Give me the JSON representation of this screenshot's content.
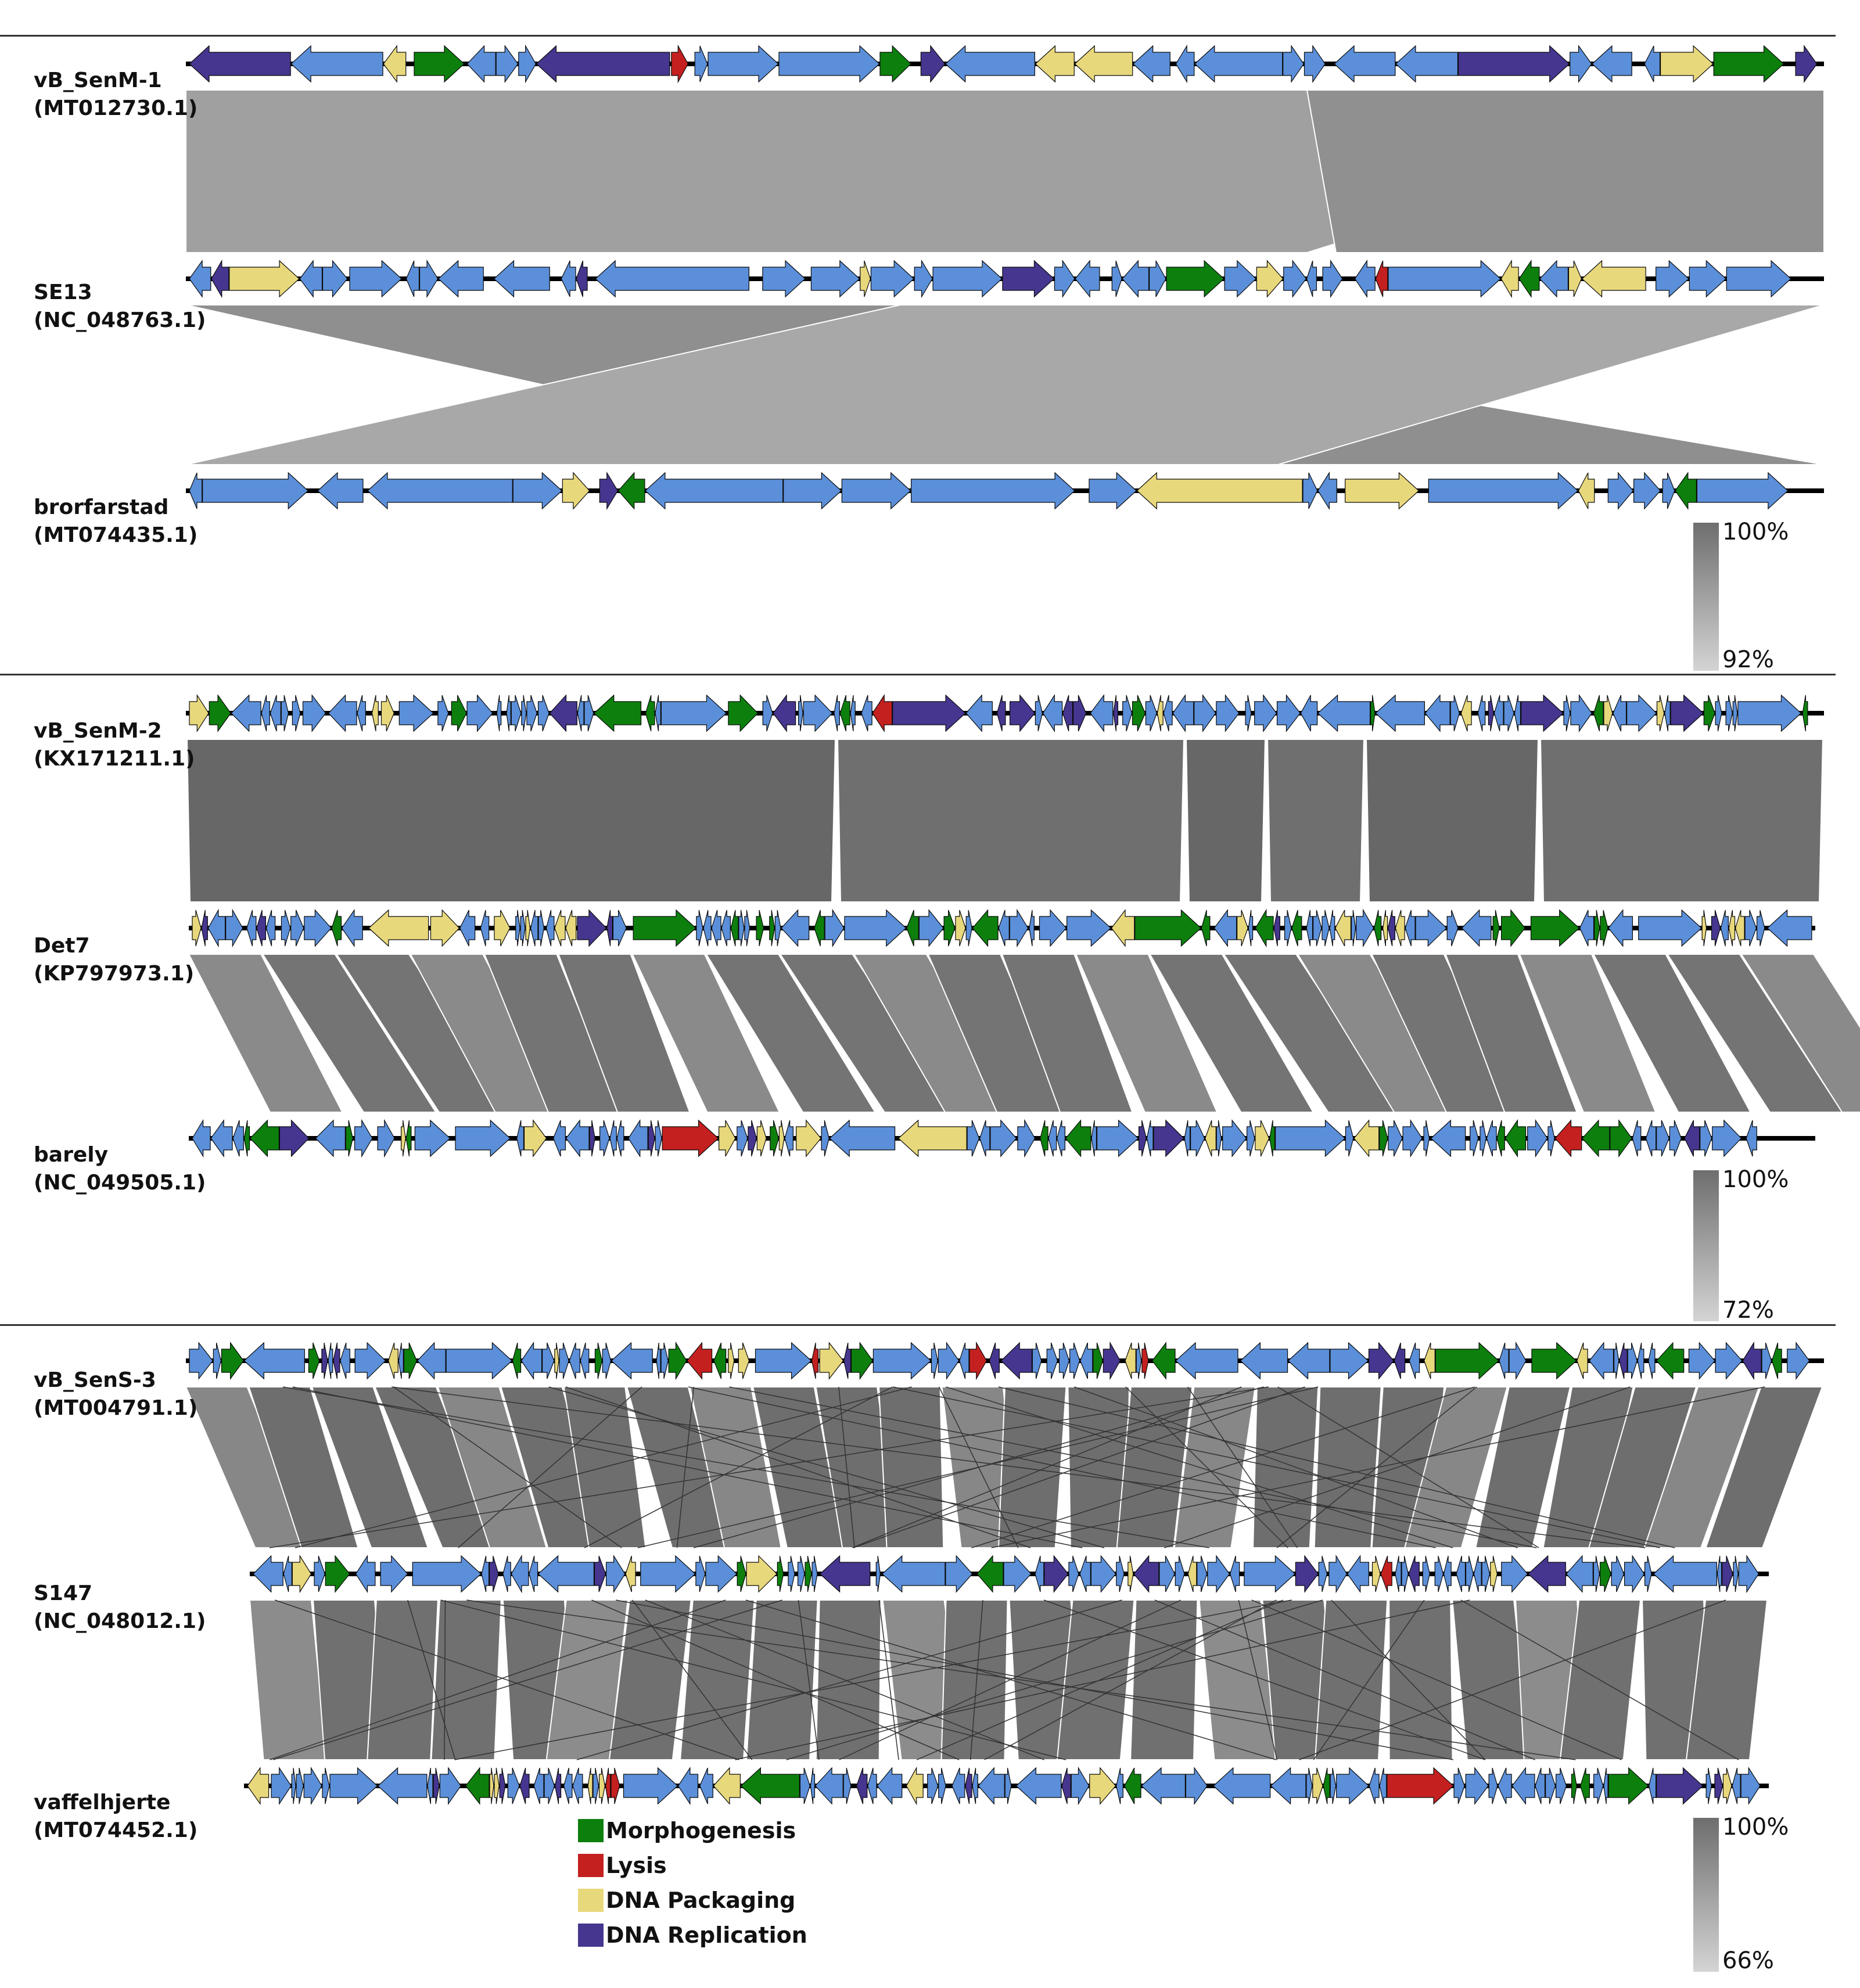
{
  "colors": {
    "other": "#5b8fd9",
    "morphogenesis": "#0d7f0d",
    "lysis": "#c42020",
    "dna_packaging": "#e8d87c",
    "dna_replication": "#46368f",
    "backbone": "#000000",
    "identity_high": "#6e6e6e",
    "identity_low": "#d4d4d4"
  },
  "panels": [
    {
      "name": "panel-1",
      "genomes": [
        {
          "label": "vB_SenM-1",
          "accession": "(MT012730.1)"
        },
        {
          "label": "SE13",
          "accession": "(NC_048763.1)"
        },
        {
          "label": "brorfarstad",
          "accession": "(MT074435.1)"
        }
      ],
      "scale": {
        "max_label": "100%",
        "min_label": "92%"
      }
    },
    {
      "name": "panel-2",
      "genomes": [
        {
          "label": "vB_SenM-2",
          "accession": "(KX171211.1)"
        },
        {
          "label": "Det7",
          "accession": "(KP797973.1)"
        },
        {
          "label": "barely",
          "accession": "(NC_049505.1)"
        }
      ],
      "scale": {
        "max_label": "100%",
        "min_label": "72%"
      }
    },
    {
      "name": "panel-3",
      "genomes": [
        {
          "label": "vB_SenS-3",
          "accession": "(MT004791.1)"
        },
        {
          "label": "S147",
          "accession": "(NC_048012.1)"
        },
        {
          "label": "vaffelhjerte",
          "accession": "(MT074452.1)"
        }
      ],
      "scale": {
        "max_label": "100%",
        "min_label": "66%"
      }
    }
  ],
  "legend": [
    {
      "label": "Morphogenesis",
      "color": "#0d7f0d"
    },
    {
      "label": "Lysis",
      "color": "#c42020"
    },
    {
      "label": "DNA Packaging",
      "color": "#e8d87c"
    },
    {
      "label": "DNA Replication",
      "color": "#46368f"
    }
  ]
}
